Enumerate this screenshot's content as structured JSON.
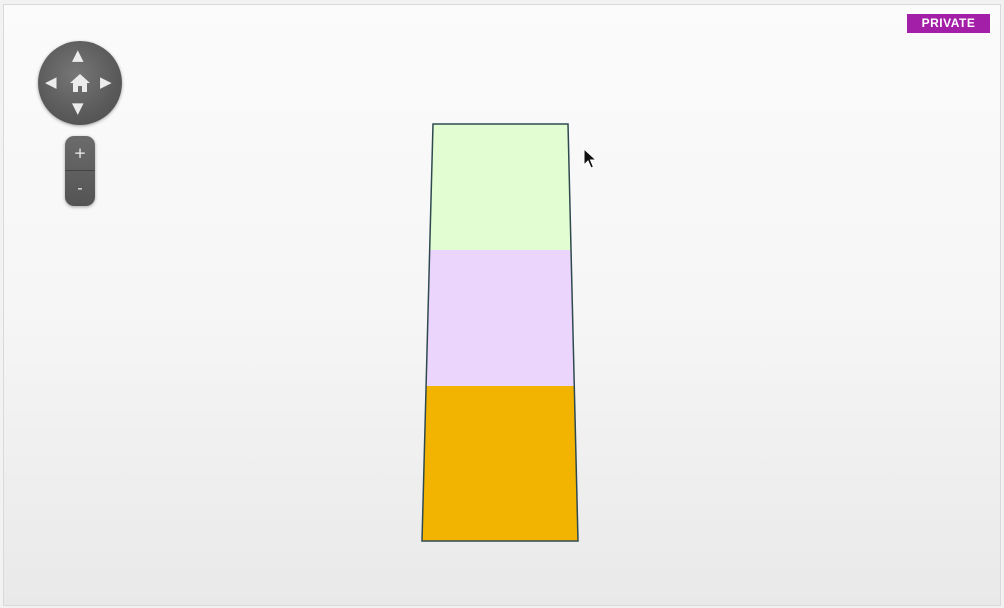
{
  "badge": {
    "label": "PRIVATE",
    "color": "#a41fa8"
  },
  "navigation": {
    "up_icon": "▲",
    "down_icon": "▼",
    "left_icon": "◀",
    "right_icon": "▶",
    "home_icon": "home-icon"
  },
  "zoom": {
    "in_label": "+",
    "out_label": "-"
  },
  "shape": {
    "segments": [
      {
        "name": "top-segment",
        "color": "#e2fdd2"
      },
      {
        "name": "middle-segment",
        "color": "#ecd5fd"
      },
      {
        "name": "bottom-segment",
        "color": "#f2b400"
      }
    ],
    "outline_color": "#2f4a4f"
  }
}
